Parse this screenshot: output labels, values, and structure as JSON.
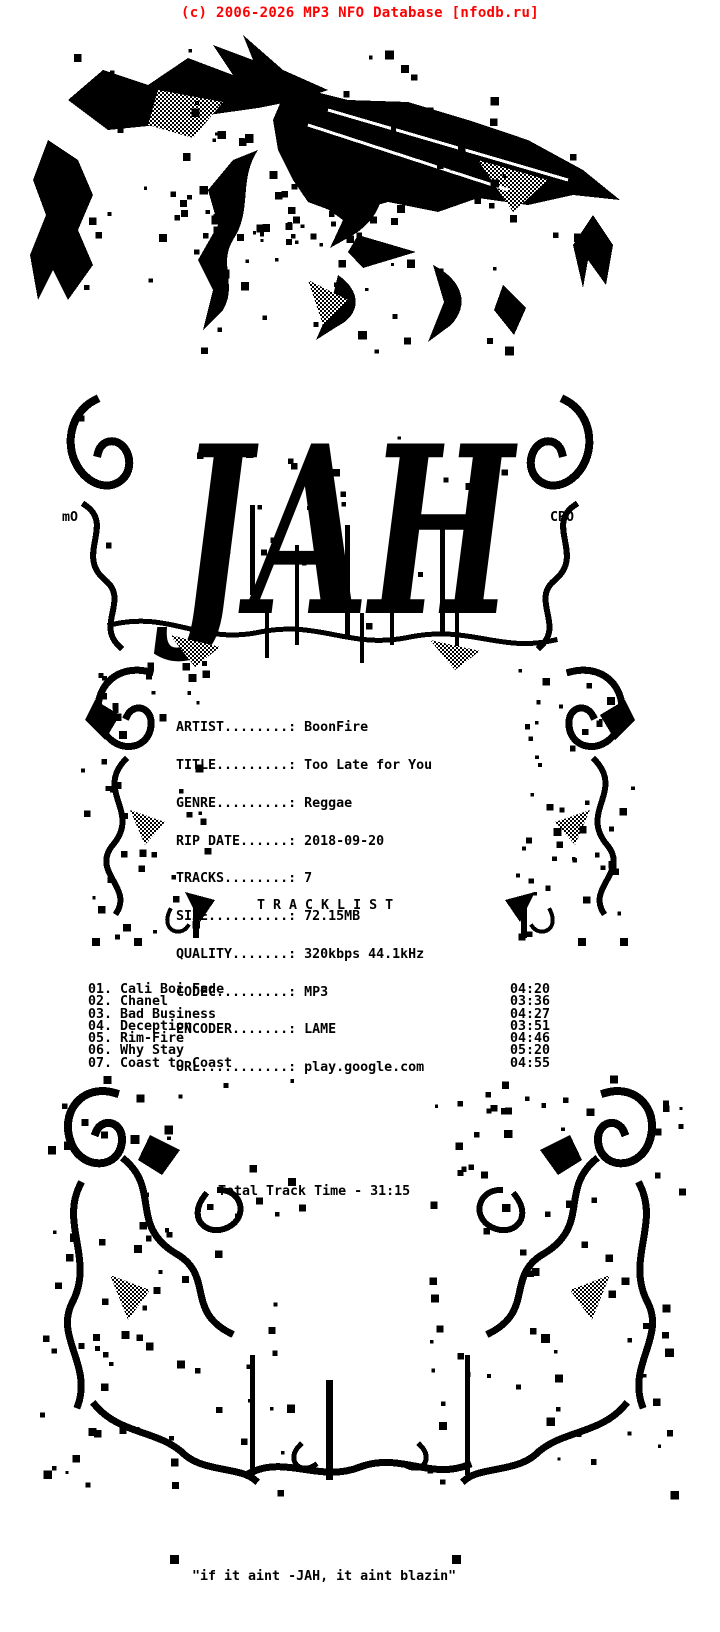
{
  "page": {
    "header": "(c) 2006-2026 MP3 NFO Database [nfodb.ru]",
    "header_color": "#ff0000",
    "background": "#ffffff",
    "ink": "#000000"
  },
  "art": {
    "left_tag": "mO",
    "right_tag": "CRO",
    "jah_wordmark": "JAH"
  },
  "release": {
    "fields": [
      {
        "label": "ARTIST........:",
        "value": "BoonFire"
      },
      {
        "label": "TITLE.........:",
        "value": "Too Late for You"
      },
      {
        "label": "GENRE.........:",
        "value": "Reggae"
      },
      {
        "label": "RIP DATE......:",
        "value": "2018-09-20"
      },
      {
        "label": "TRACKS........:",
        "value": "7"
      },
      {
        "label": "SIZE..........:",
        "value": "72.15MB"
      },
      {
        "label": "QUALITY.......:",
        "value": "320kbps 44.1kHz"
      },
      {
        "label": "CODEC.........:",
        "value": "MP3"
      },
      {
        "label": "ENCODER.......:",
        "value": "LAME"
      },
      {
        "label": "URL...........:",
        "value": "play.google.com"
      }
    ]
  },
  "tracklist": {
    "heading": "T R A C K L I S T",
    "tracks": [
      {
        "num": "01.",
        "title": "Cali Boi Fade",
        "time": "04:20"
      },
      {
        "num": "02.",
        "title": "Chanel",
        "time": "03:36"
      },
      {
        "num": "03.",
        "title": "Bad Business",
        "time": "04:27"
      },
      {
        "num": "04.",
        "title": "Deception",
        "time": "03:51"
      },
      {
        "num": "05.",
        "title": "Rim-Fire",
        "time": "04:46"
      },
      {
        "num": "06.",
        "title": "Why Stay",
        "time": "05:20"
      },
      {
        "num": "07.",
        "title": "Coast to Coast",
        "time": "04:55"
      }
    ],
    "total": "Total Track Time - 31:15"
  },
  "footer": {
    "quote": "\"if it aint -JAH, it aint blazin\""
  }
}
